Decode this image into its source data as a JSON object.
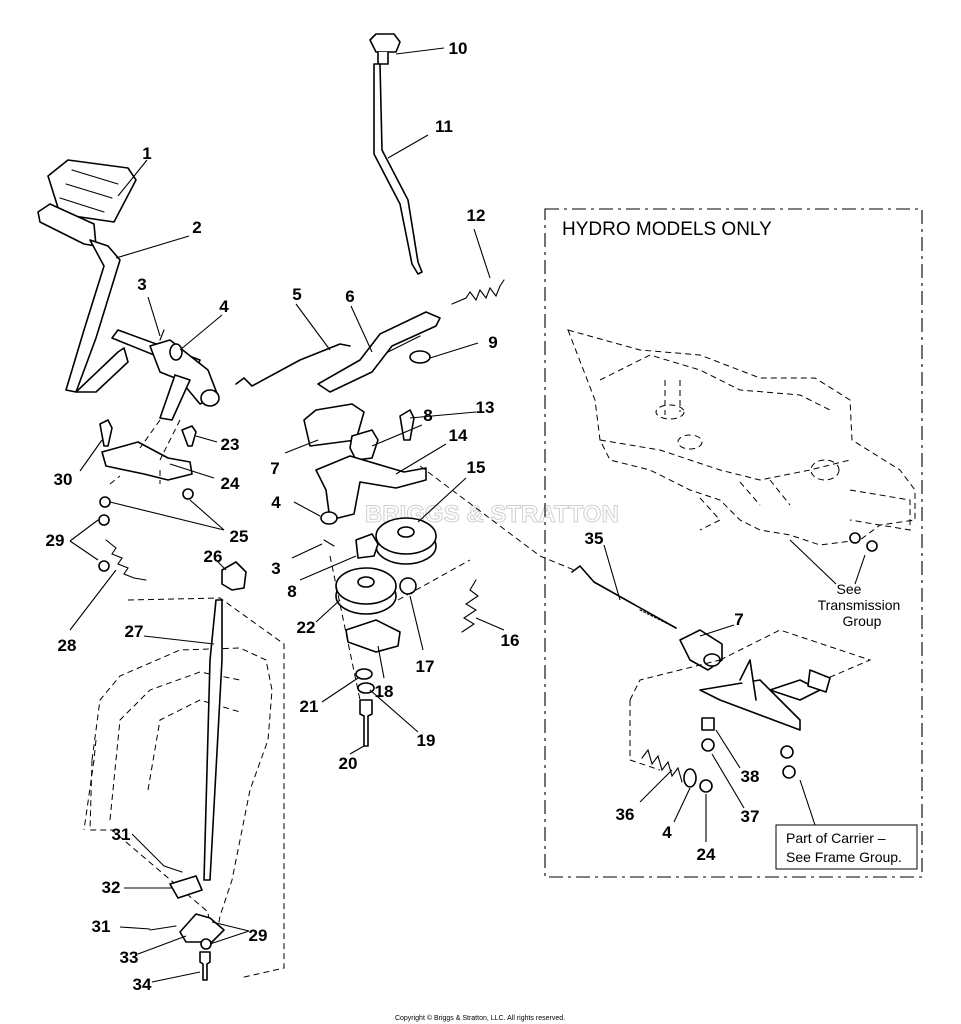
{
  "diagram": {
    "box_title": "HYDRO MODELS ONLY",
    "notes": {
      "transmission": [
        "See",
        "Transmission",
        "Group"
      ],
      "carrier": [
        "Part of Carrier –",
        "See Frame Group."
      ]
    },
    "watermark": "BRIGGS & STRATTON",
    "copyright": "Copyright © Briggs & Stratton, LLC. All rights reserved.",
    "callouts": [
      {
        "id": "c1",
        "text": "1"
      },
      {
        "id": "c2",
        "text": "2"
      },
      {
        "id": "c3a",
        "text": "3"
      },
      {
        "id": "c4a",
        "text": "4"
      },
      {
        "id": "c5",
        "text": "5"
      },
      {
        "id": "c6",
        "text": "6"
      },
      {
        "id": "c9",
        "text": "9"
      },
      {
        "id": "c10",
        "text": "10"
      },
      {
        "id": "c11",
        "text": "11"
      },
      {
        "id": "c12",
        "text": "12"
      },
      {
        "id": "c8a",
        "text": "8"
      },
      {
        "id": "c13",
        "text": "13"
      },
      {
        "id": "c14",
        "text": "14"
      },
      {
        "id": "c15",
        "text": "15"
      },
      {
        "id": "c7a",
        "text": "7"
      },
      {
        "id": "c23",
        "text": "23"
      },
      {
        "id": "c24a",
        "text": "24"
      },
      {
        "id": "c30",
        "text": "30"
      },
      {
        "id": "c25",
        "text": "25"
      },
      {
        "id": "c29a",
        "text": "29"
      },
      {
        "id": "c4b",
        "text": "4"
      },
      {
        "id": "c3b",
        "text": "3"
      },
      {
        "id": "c8b",
        "text": "8"
      },
      {
        "id": "c26",
        "text": "26"
      },
      {
        "id": "c28",
        "text": "28"
      },
      {
        "id": "c22",
        "text": "22"
      },
      {
        "id": "c27",
        "text": "27"
      },
      {
        "id": "c17",
        "text": "17"
      },
      {
        "id": "c16",
        "text": "16"
      },
      {
        "id": "c18",
        "text": "18"
      },
      {
        "id": "c21",
        "text": "21"
      },
      {
        "id": "c19",
        "text": "19"
      },
      {
        "id": "c20",
        "text": "20"
      },
      {
        "id": "c35",
        "text": "35"
      },
      {
        "id": "c7b",
        "text": "7"
      },
      {
        "id": "c36",
        "text": "36"
      },
      {
        "id": "c38",
        "text": "38"
      },
      {
        "id": "c37",
        "text": "37"
      },
      {
        "id": "c4c",
        "text": "4"
      },
      {
        "id": "c24b",
        "text": "24"
      },
      {
        "id": "c31a",
        "text": "31"
      },
      {
        "id": "c32",
        "text": "32"
      },
      {
        "id": "c31b",
        "text": "31"
      },
      {
        "id": "c29b",
        "text": "29"
      },
      {
        "id": "c33",
        "text": "33"
      },
      {
        "id": "c34",
        "text": "34"
      }
    ]
  }
}
